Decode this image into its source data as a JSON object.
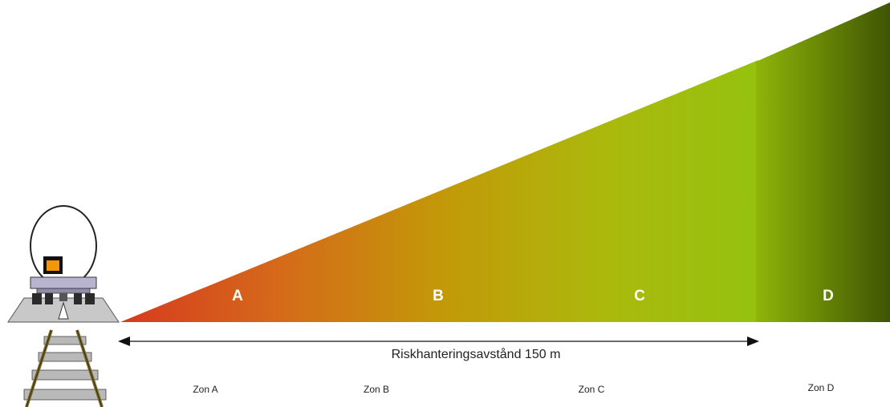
{
  "distance": {
    "label": "Riskhanteringsavstånd 150 m"
  },
  "zones": [
    {
      "letter": "A",
      "label": "Zon A"
    },
    {
      "letter": "B",
      "label": "Zon B"
    },
    {
      "letter": "C",
      "label": "Zon C"
    },
    {
      "letter": "D",
      "label": "Zon D"
    }
  ],
  "colors": {
    "zone_a": "#d63a1e",
    "zone_b": "#c29308",
    "zone_c": "#95c20f",
    "zone_d": "#3f5404",
    "arrow": "#111111",
    "tank": "#ffffff",
    "chassis": "#b8b4cf",
    "rail_tie": "#b9b9b9",
    "rail": "#7a6a2a"
  },
  "icons": [
    "tank-car-icon",
    "railway-track-icon"
  ]
}
